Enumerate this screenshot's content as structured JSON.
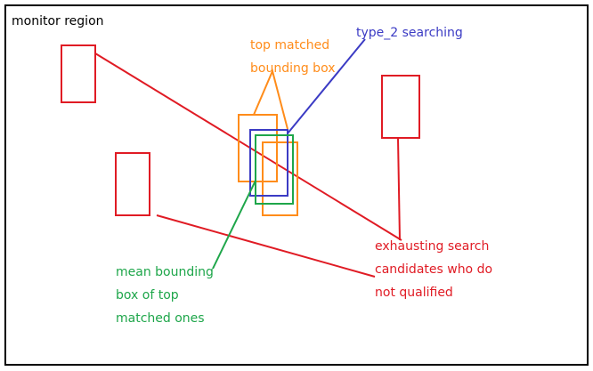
{
  "diagram": {
    "title": "monitor region",
    "labels": {
      "type2_search": "type_2 searching",
      "top_matched_bbox_line1": "top matched",
      "top_matched_bbox_line2": "bounding box",
      "mean_bbox_line1": "mean bounding",
      "mean_bbox_line2": "box of top",
      "mean_bbox_line3": "matched ones",
      "exhaustive_line1": "exhausting search",
      "exhaustive_line2": "candidates who do",
      "exhaustive_line3": "not qualified"
    }
  },
  "colors": {
    "border": "#000000",
    "title_text": "#000000",
    "red": "#e01b24",
    "orange": "#ff8c1a",
    "blue": "#3b3bc4",
    "green": "#1ea64a"
  }
}
